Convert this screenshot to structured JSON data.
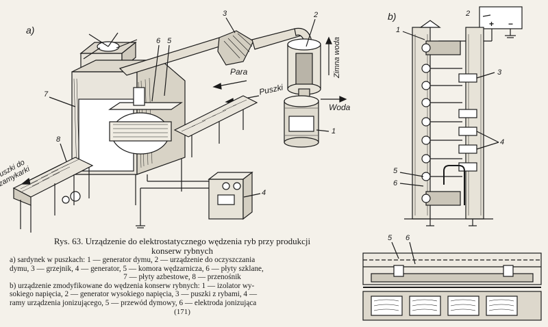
{
  "figure_a": {
    "panel_label": "a)",
    "labels": {
      "para": "Para",
      "puszki": "Puszki",
      "zimna_woda": "Zimna woda",
      "woda": "Woda",
      "puszki_do_zamykarki": "Puszki do zamykarki"
    },
    "numbers": [
      "1",
      "2",
      "3",
      "4",
      "5",
      "6",
      "7",
      "8"
    ]
  },
  "figure_b": {
    "panel_label": "b)",
    "numbers": [
      "1",
      "2",
      "3",
      "4",
      "5",
      "6"
    ],
    "plus": "+",
    "minus": "−"
  },
  "figure_c": {
    "numbers": [
      "5",
      "6"
    ]
  },
  "caption": {
    "title_line1": "Rys. 63. Urządzenie do elektrostatycznego wędzenia ryb przy produkcji",
    "title_line2": "konserw rybnych",
    "lines": [
      "a) sardynek w puszkach: 1 — generator dymu, 2 — urządzenie do oczyszczania",
      "dymu, 3 — grzejnik, 4 — generator, 5 — komora wędzarnicza, 6 — płyty szklane,",
      "7 — płyty azbestowe, 8 — przenośnik",
      "b) urządzenie zmodyfikowane do wędzenia konserw rybnych: 1 — izolator wy-",
      "sokiego napięcia, 2 — generator wysokiego napięcia, 3 — puszki z rybami, 4 —",
      "ramy urządzenia jonizującego, 5 — przewód dymowy, 6 — elektroda jonizująca"
    ],
    "page_number": "(171)"
  }
}
